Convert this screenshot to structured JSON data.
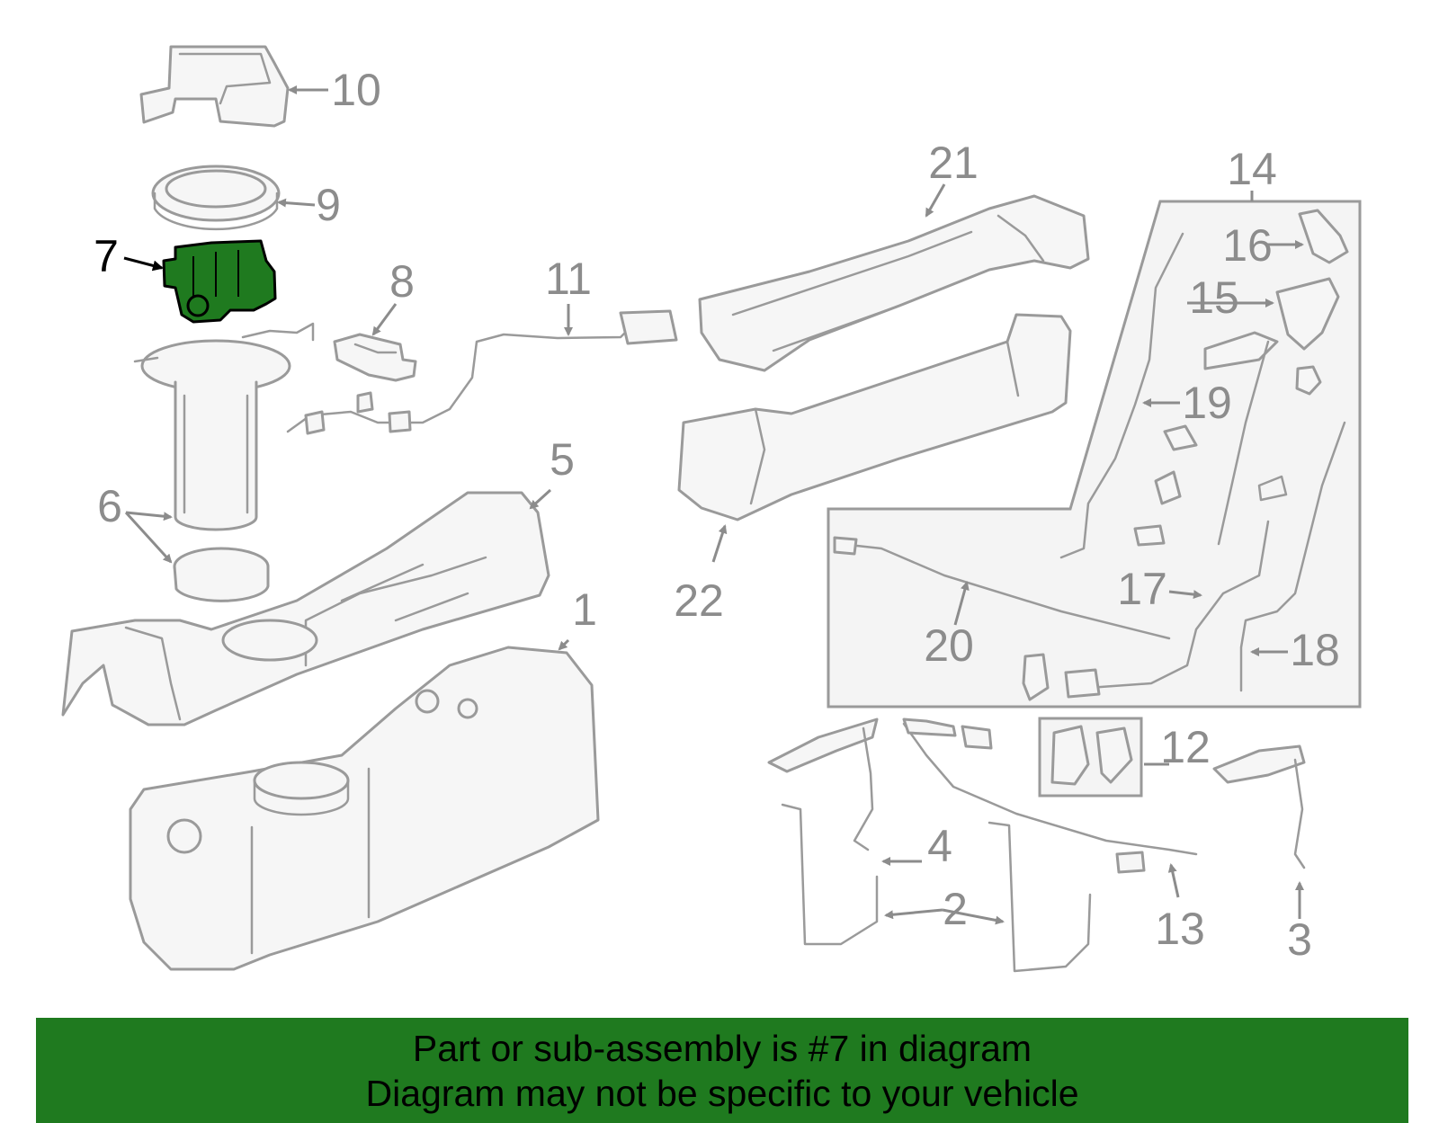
{
  "callouts": {
    "c1": "1",
    "c2": "2",
    "c3": "3",
    "c4": "4",
    "c5": "5",
    "c6": "6",
    "c7": "7",
    "c8": "8",
    "c9": "9",
    "c10": "10",
    "c11": "11",
    "c12": "12",
    "c13": "13",
    "c14": "14",
    "c15": "15",
    "c16": "16",
    "c17": "17",
    "c18": "18",
    "c19": "19",
    "c20": "20",
    "c21": "21",
    "c22": "22"
  },
  "highlight": {
    "part": "7",
    "color": "#1f7a1f"
  },
  "banner": {
    "line1": "Part or sub-assembly is #7 in diagram",
    "line2": "Diagram may not be specific to your vehicle",
    "background": "#1f7a1f"
  }
}
